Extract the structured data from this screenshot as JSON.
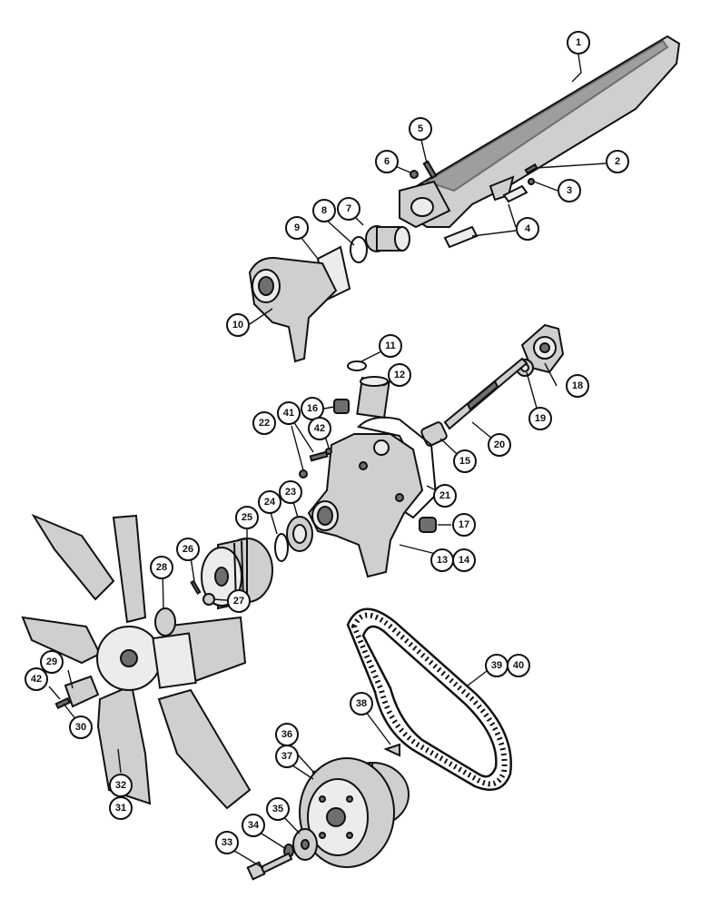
{
  "callouts": {
    "c1": "1",
    "c2": "2",
    "c3": "3",
    "c4": "4",
    "c5": "5",
    "c6": "6",
    "c7": "7",
    "c8": "8",
    "c9": "9",
    "c10": "10",
    "c11": "11",
    "c12": "12",
    "c13": "13",
    "c14": "14",
    "c15": "15",
    "c16": "16",
    "c17": "17",
    "c18": "18",
    "c19": "19",
    "c20": "20",
    "c21": "21",
    "c22": "22",
    "c23": "23",
    "c24": "24",
    "c25": "25",
    "c26": "26",
    "c27": "27",
    "c28": "28",
    "c29": "29",
    "c30": "30",
    "c31": "31",
    "c32": "32",
    "c33": "33",
    "c34": "34",
    "c35": "35",
    "c36": "36",
    "c37": "37",
    "c38": "38",
    "c39": "39",
    "c40": "40",
    "c41": "41",
    "c42a": "42",
    "c42b": "42"
  }
}
